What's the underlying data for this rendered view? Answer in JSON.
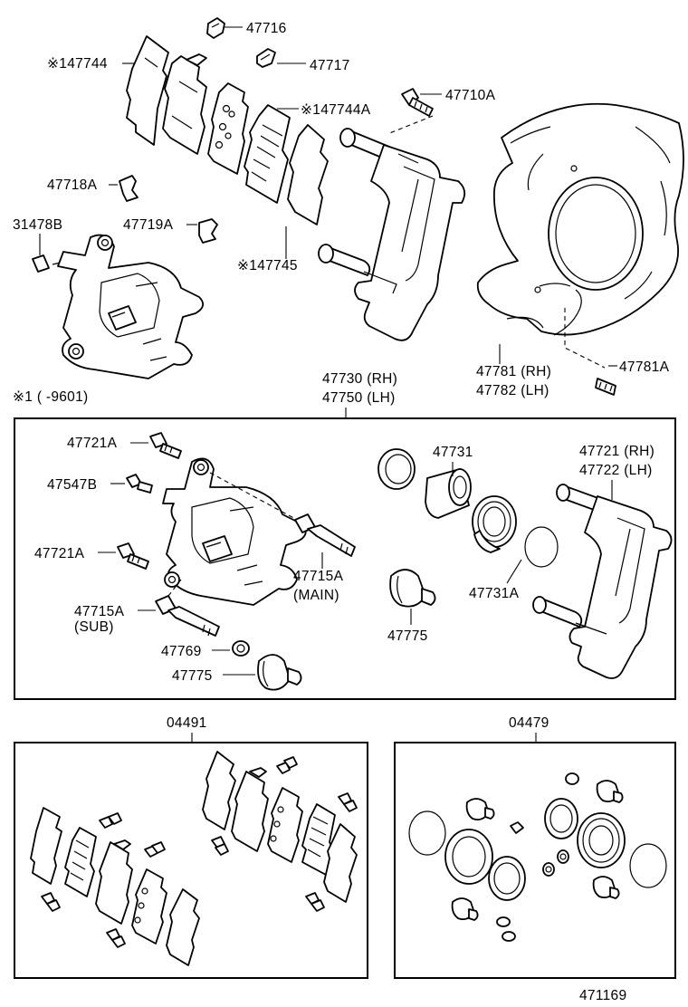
{
  "labels": {
    "l47716": "47716",
    "l147744": "※147744",
    "l47717": "47717",
    "l47710A": "47710A",
    "l147744A": "※147744A",
    "l47718A": "47718A",
    "l31478B": "31478B",
    "l47719A": "47719A",
    "l147745": "※147745",
    "l47781rh": "47781 (RH)",
    "l47782lh": "47782 (LH)",
    "l47781A": "47781A",
    "note1": "※1  (       -9601)",
    "l47730": "47730 (RH)",
    "l47750": "47750 (LH)",
    "l47721A_1": "47721A",
    "l47547B": "47547B",
    "l47721A_2": "47721A",
    "l47715A_sub": "47715A",
    "sub": "(SUB)",
    "l47769": "47769",
    "l47775_1": "47775",
    "l47715A_main": "47715A",
    "main": "(MAIN)",
    "l47731": "47731",
    "l47775_2": "47775",
    "l47731A": "47731A",
    "l47721rh": "47721 (RH)",
    "l47722lh": "47722 (LH)",
    "l04491": "04491",
    "l04479": "04479",
    "l471169": "471169"
  },
  "icons": [
    "caliper-assembly",
    "brake-pad",
    "dust-shield",
    "bolt",
    "piston",
    "seal-ring",
    "boot",
    "clip"
  ]
}
